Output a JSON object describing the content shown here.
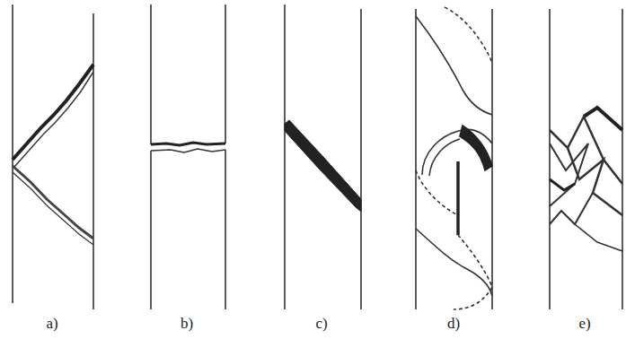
{
  "diagram": {
    "labels": [
      "a)",
      "b)",
      "c)",
      "d)",
      "e)"
    ]
  }
}
